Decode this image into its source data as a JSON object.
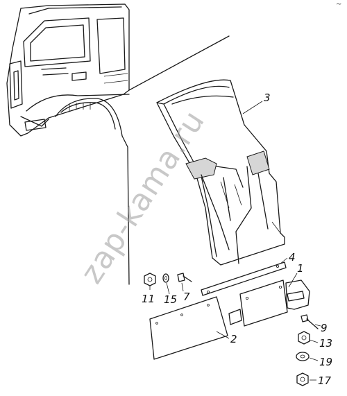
{
  "diagram": {
    "callouts": [
      {
        "id": "3",
        "text": "3"
      },
      {
        "id": "4",
        "text": "4"
      },
      {
        "id": "1",
        "text": "1"
      },
      {
        "id": "2",
        "text": "2"
      },
      {
        "id": "11",
        "text": "11"
      },
      {
        "id": "15",
        "text": "15"
      },
      {
        "id": "7",
        "text": "7"
      },
      {
        "id": "9",
        "text": "9"
      },
      {
        "id": "13",
        "text": "13"
      },
      {
        "id": "19",
        "text": "19"
      },
      {
        "id": "17",
        "text": "17"
      }
    ],
    "watermark": "zap-kama.ru",
    "corner_mark": "~"
  }
}
